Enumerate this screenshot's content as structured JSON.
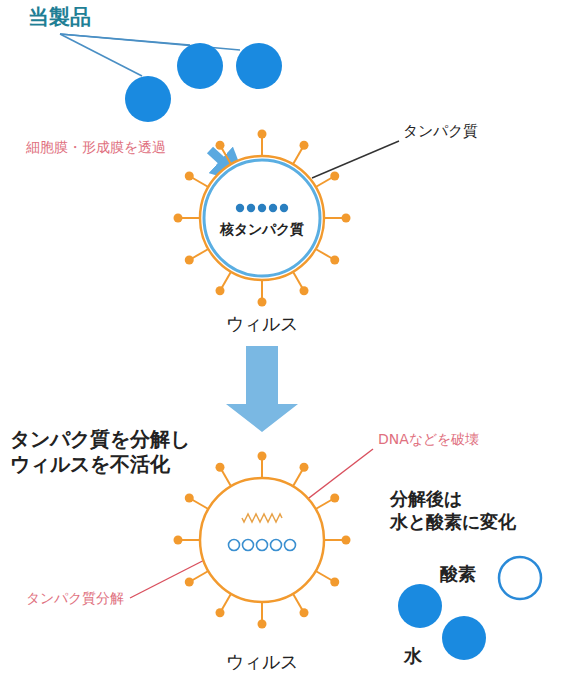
{
  "diagram": {
    "nodes": [
      {
        "text": [
          "核タンパク質",
          "ウィルス"
        ]
      },
      {
        "text": [
          "ウィルス"
        ]
      }
    ],
    "edges": [
      {
        "from": 0,
        "to": 1,
        "arrow": "to"
      }
    ],
    "labels": [
      "当製品",
      "細胞膜・形成膜を透過",
      "タンパク質",
      "タンパク質を分解し ウィルスを不活化",
      "DNAなどを破壊",
      "分解後は 水と酸素に変化",
      "酸素",
      "水",
      "タンパク質分解"
    ]
  }
}
